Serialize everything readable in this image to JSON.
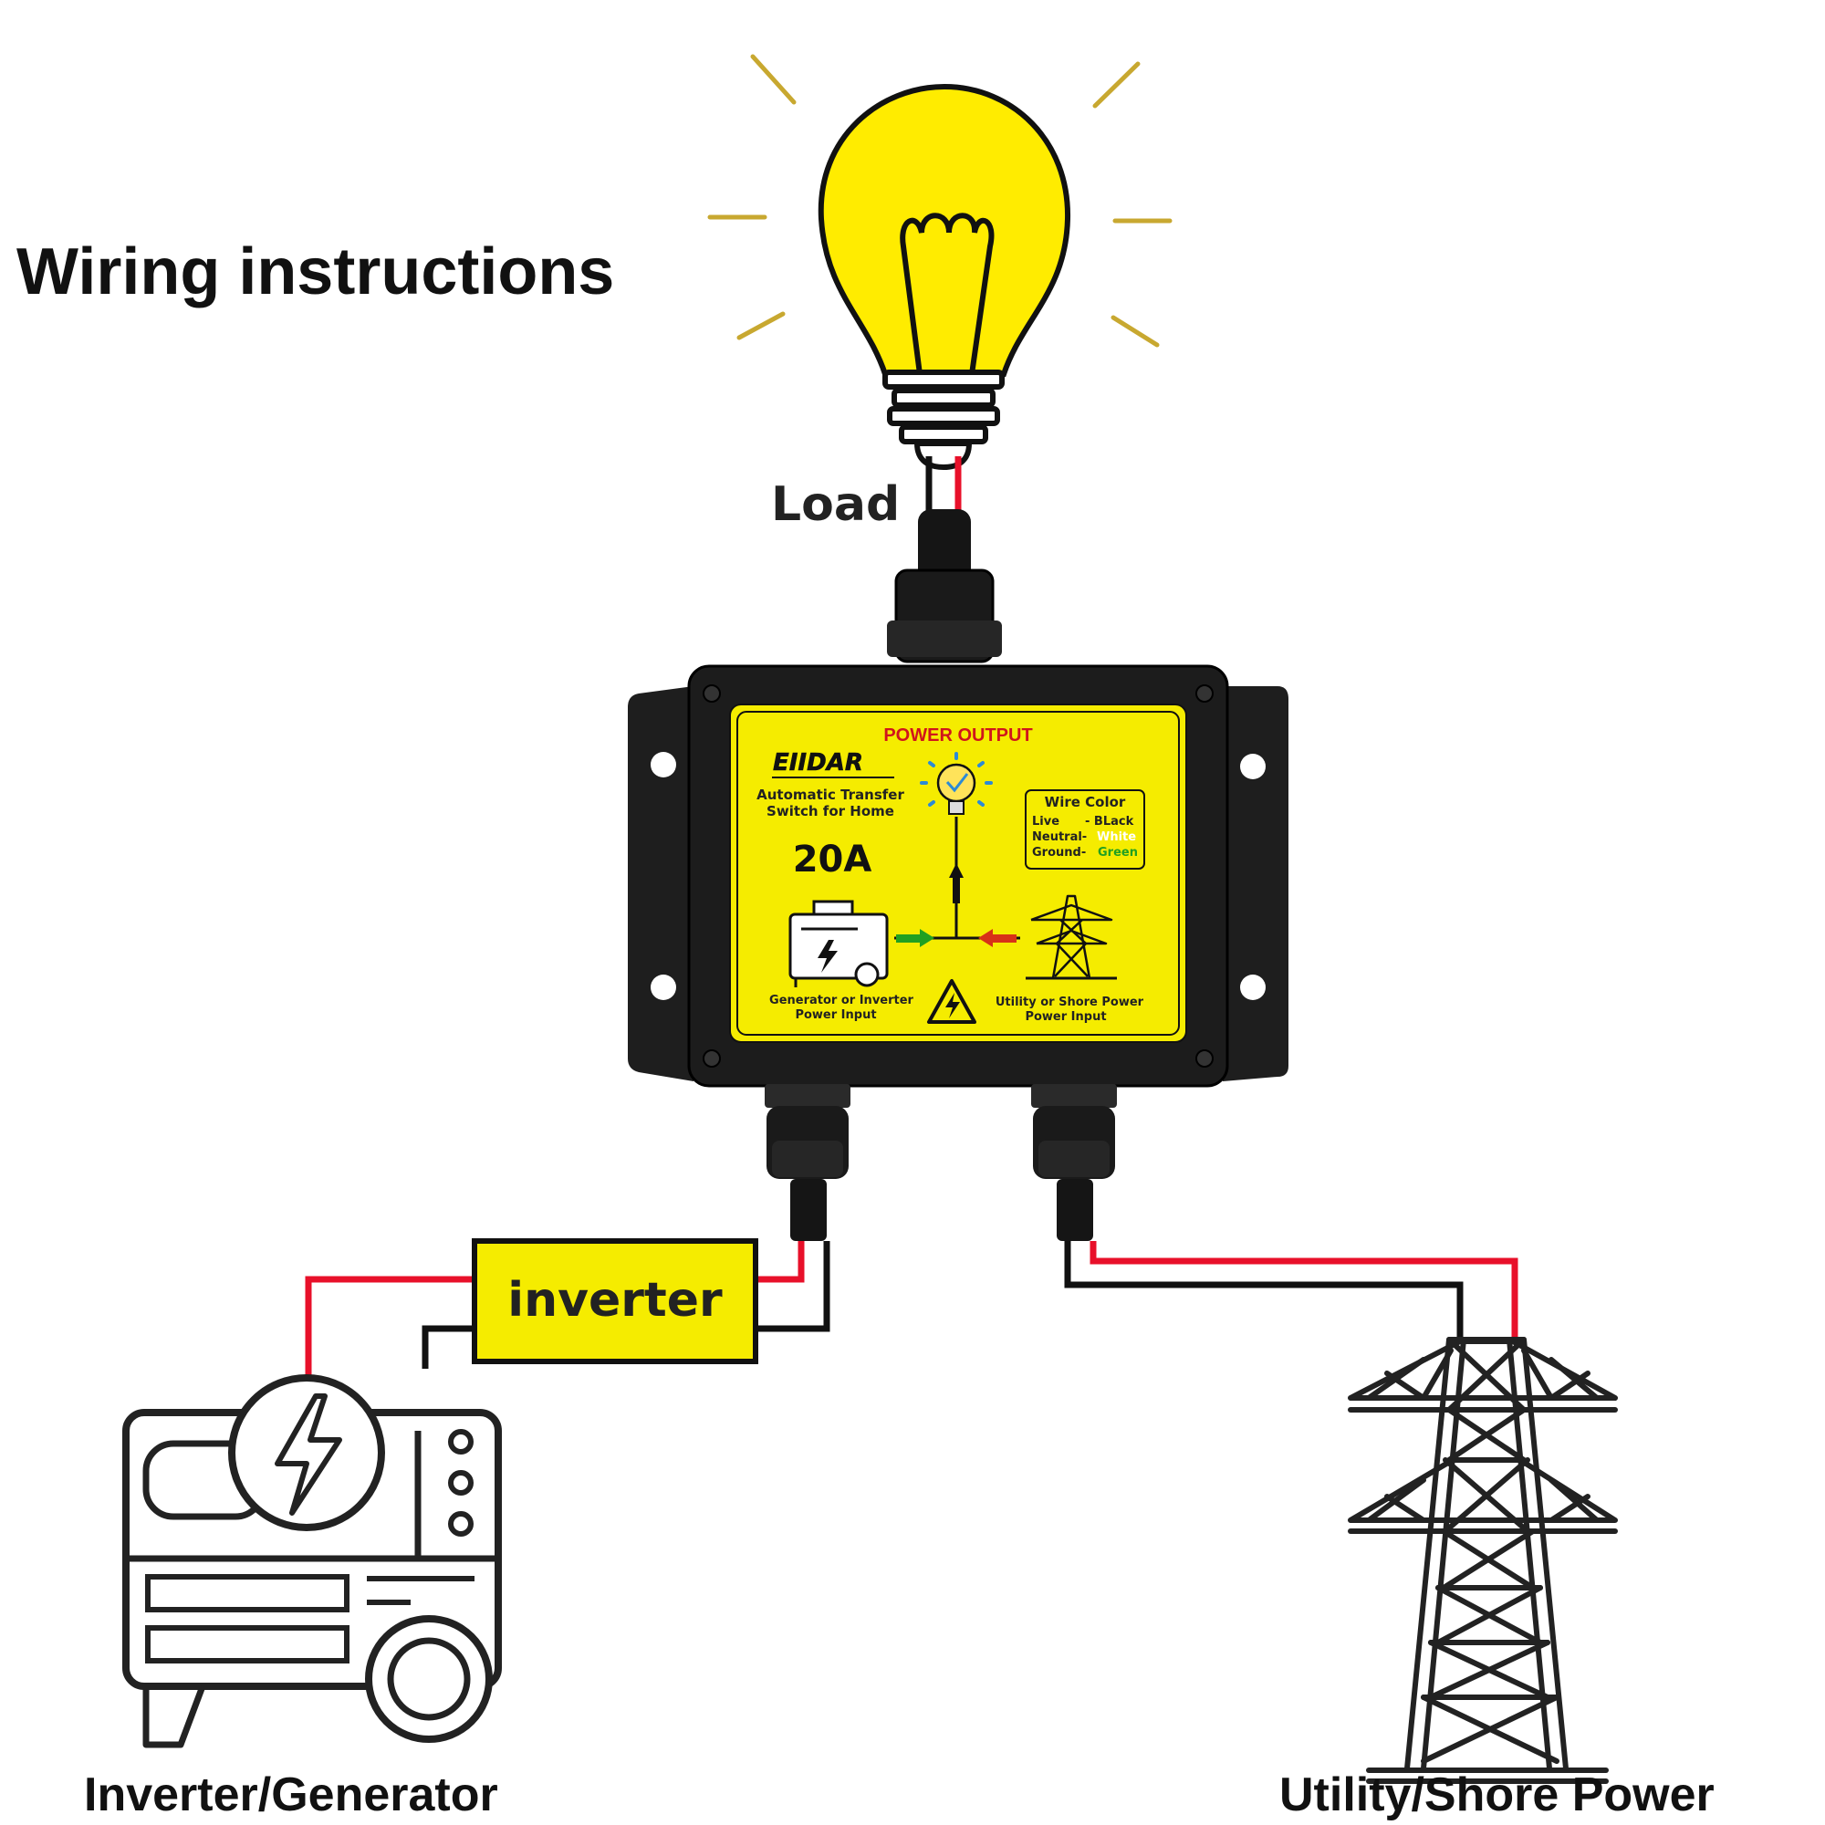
{
  "heading": "Wiring instructions",
  "labels": {
    "load": "Load",
    "inverter_box": "inverter",
    "source_left": "Inverter/Generator",
    "source_right": "Utility/Shore Power"
  },
  "device_label": {
    "power_output": "POWER OUTPUT",
    "brand": "EIIDAR",
    "product_line1": "Automatic Transfer",
    "product_line2": "Switch for Home",
    "rating": "20A",
    "wire_color_title": "Wire Color",
    "live_label": "Live",
    "live_color": "- BLack",
    "neutral_label": "Neutral-",
    "neutral_color": "White",
    "ground_label": "Ground-",
    "ground_color": "Green",
    "gen_caption_line1": "Generator or Inverter",
    "gen_caption_line2": "Power Input",
    "utility_caption_line1": "Utility or Shore Power",
    "utility_caption_line2": "Power Input"
  },
  "colors": {
    "live_wire": "#e8102a",
    "neutral_wire": "#111111",
    "label_yellow": "#f5ec00",
    "bulb_yellow": "#ffec00",
    "enclosure": "#1c1c1c",
    "output_text": "#d0151c",
    "green_arrow": "#21a021",
    "red_arrow": "#d73218"
  },
  "icons": [
    "light-bulb-icon",
    "generator-icon",
    "power-tower-icon",
    "lightning-bolt-icon",
    "warning-triangle-icon"
  ]
}
